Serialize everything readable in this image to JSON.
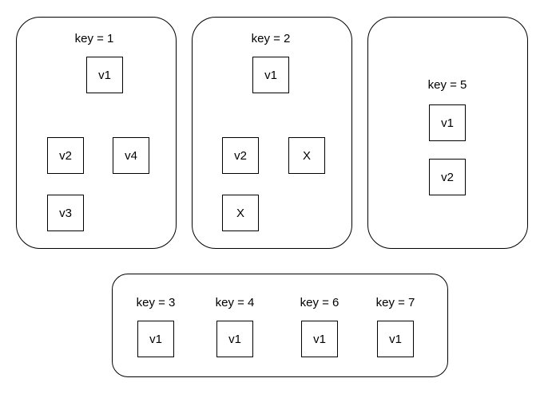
{
  "groups": [
    {
      "key_label": "key = 1",
      "nodes": [
        "v1",
        "v2",
        "v4",
        "v3"
      ]
    },
    {
      "key_label": "key = 2",
      "nodes": [
        "v1",
        "v2",
        "X",
        "X"
      ]
    },
    {
      "key_label": "key = 5",
      "nodes": [
        "v1",
        "v2"
      ]
    }
  ],
  "singles": [
    {
      "key_label": "key = 3",
      "node": "v1"
    },
    {
      "key_label": "key = 4",
      "node": "v1"
    },
    {
      "key_label": "key = 6",
      "node": "v1"
    },
    {
      "key_label": "key = 7",
      "node": "v1"
    }
  ]
}
